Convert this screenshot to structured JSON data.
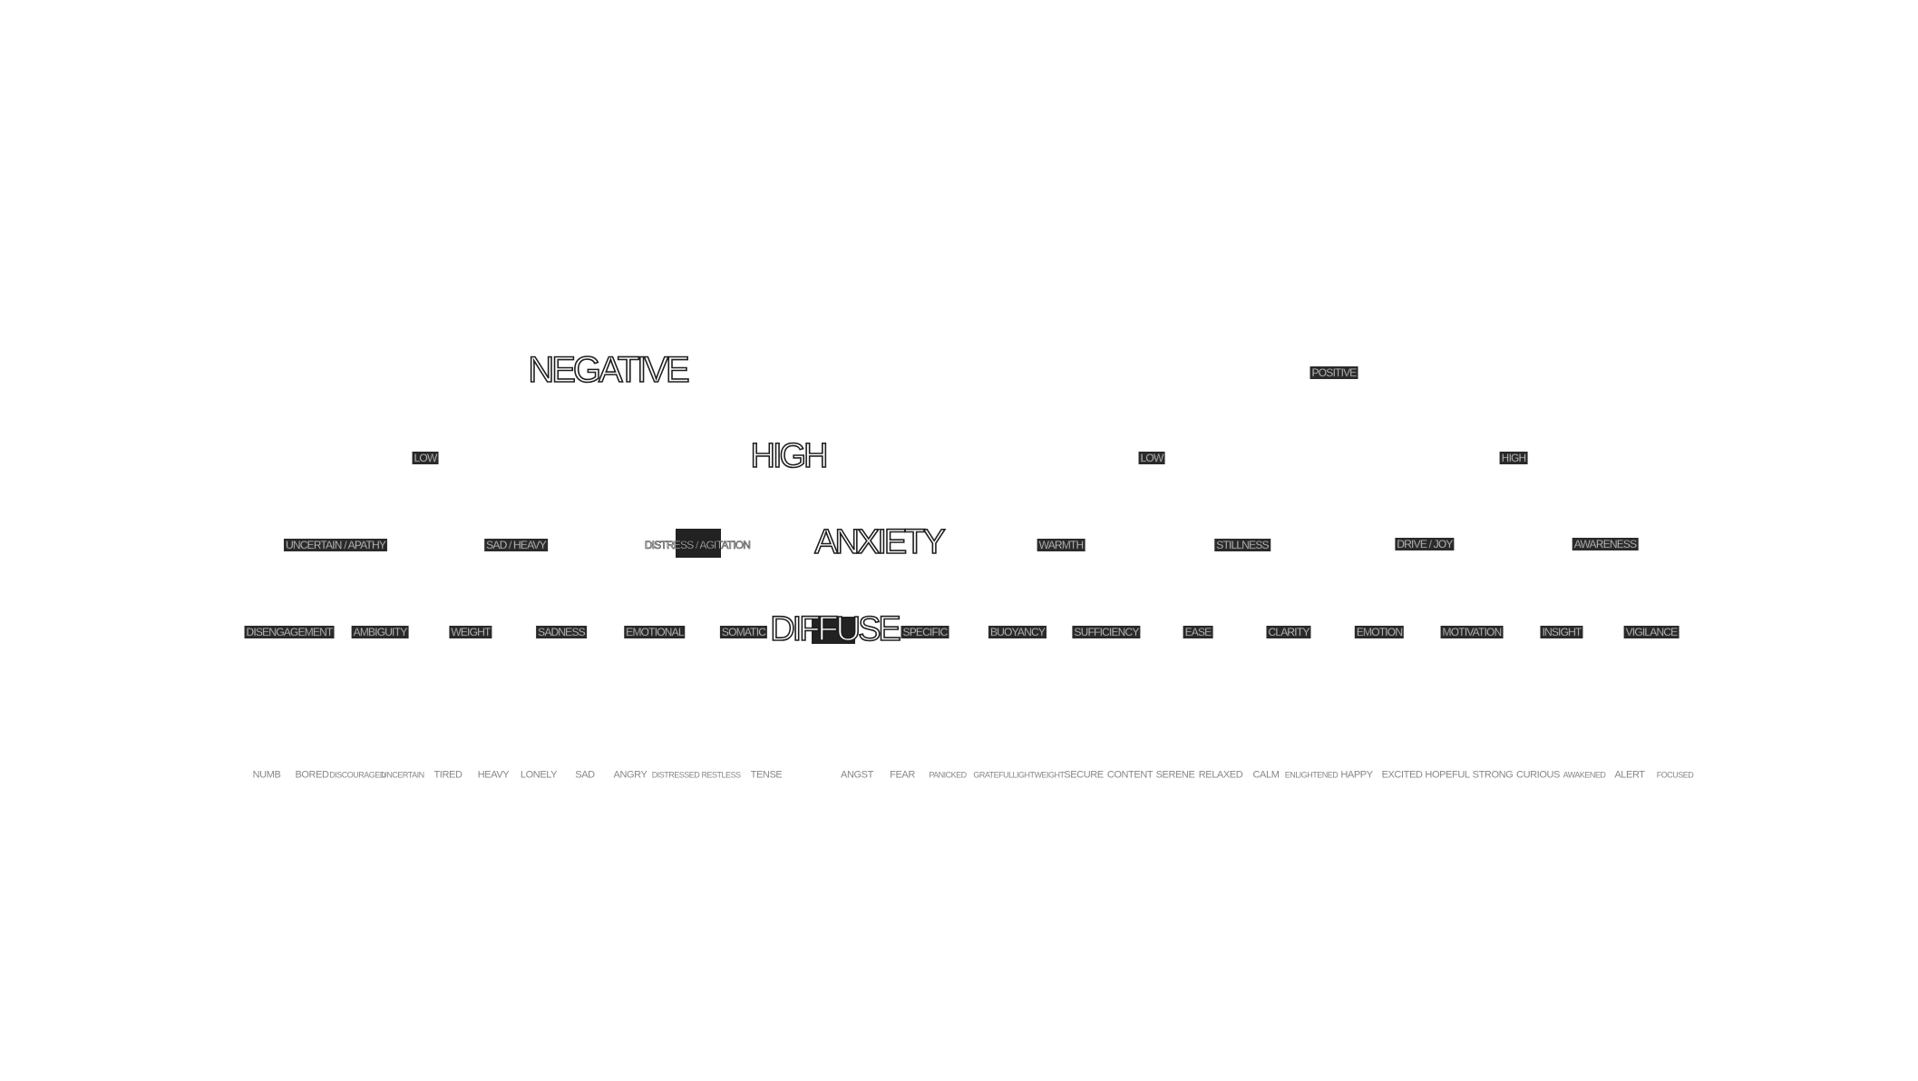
{
  "level1": {
    "negative": "NEGATIVE",
    "positive": "POSITIVE"
  },
  "level2": {
    "neg_low": "LOW",
    "neg_high": "HIGH",
    "pos_low": "LOW",
    "pos_high": "HIGH"
  },
  "level3": {
    "uncertain_apathy": "UNCERTAIN / APATHY",
    "sad_heavy": "SAD / HEAVY",
    "distress_agitation": "DISTRESS / AGITATION",
    "anxiety": "ANXIETY",
    "warmth": "WARMTH",
    "stillness": "STILLNESS",
    "drive_joy": "DRIVE / JOY",
    "awareness": "AWARENESS"
  },
  "level4": {
    "disengagement": "DISENGAGEMENT",
    "ambiguity": "AMBIGUITY",
    "weight": "WEIGHT",
    "sadness": "SADNESS",
    "emotional": "EMOTIONAL",
    "somatic": "SOMATIC",
    "diffuse": "DIFFUSE",
    "specific": "SPECIFIC",
    "buoyancy": "BUOYANCY",
    "sufficiency": "SUFFICIENCY",
    "ease": "EASE",
    "clarity": "CLARITY",
    "emotion": "EMOTION",
    "motivation": "MOTIVATION",
    "insight": "INSIGHT",
    "vigilance": "VIGILANCE"
  },
  "leaves": [
    "NUMB",
    "BORED",
    "DISCOURAGED",
    "UNCERTAIN",
    "TIRED",
    "HEAVY",
    "LONELY",
    "SAD",
    "ANGRY",
    "DISTRESSED",
    "RESTLESS",
    "TENSE",
    "ANGST",
    "FEAR",
    "PANICKED",
    "GRATEFUL",
    "LIGHTWEIGHT",
    "SECURE",
    "CONTENT",
    "SERENE",
    "RELAXED",
    "CALM",
    "ENLIGHTENED",
    "HAPPY",
    "EXCITED",
    "HOPEFUL",
    "STRONG",
    "CURIOUS",
    "AWAKENED",
    "ALERT",
    "FOCUSED"
  ]
}
